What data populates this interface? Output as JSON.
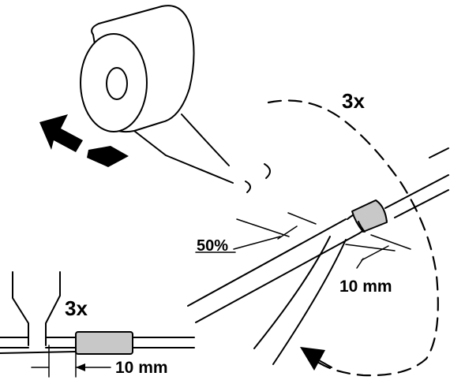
{
  "labels": {
    "repeat_top": "3x",
    "overlap": "50%",
    "width_top": "10 mm",
    "repeat_bottom": "3x",
    "width_bottom": "10 mm"
  },
  "colors": {
    "line": "#000000",
    "sleeve_fill": "#c8c8c8",
    "background": "#ffffff"
  }
}
